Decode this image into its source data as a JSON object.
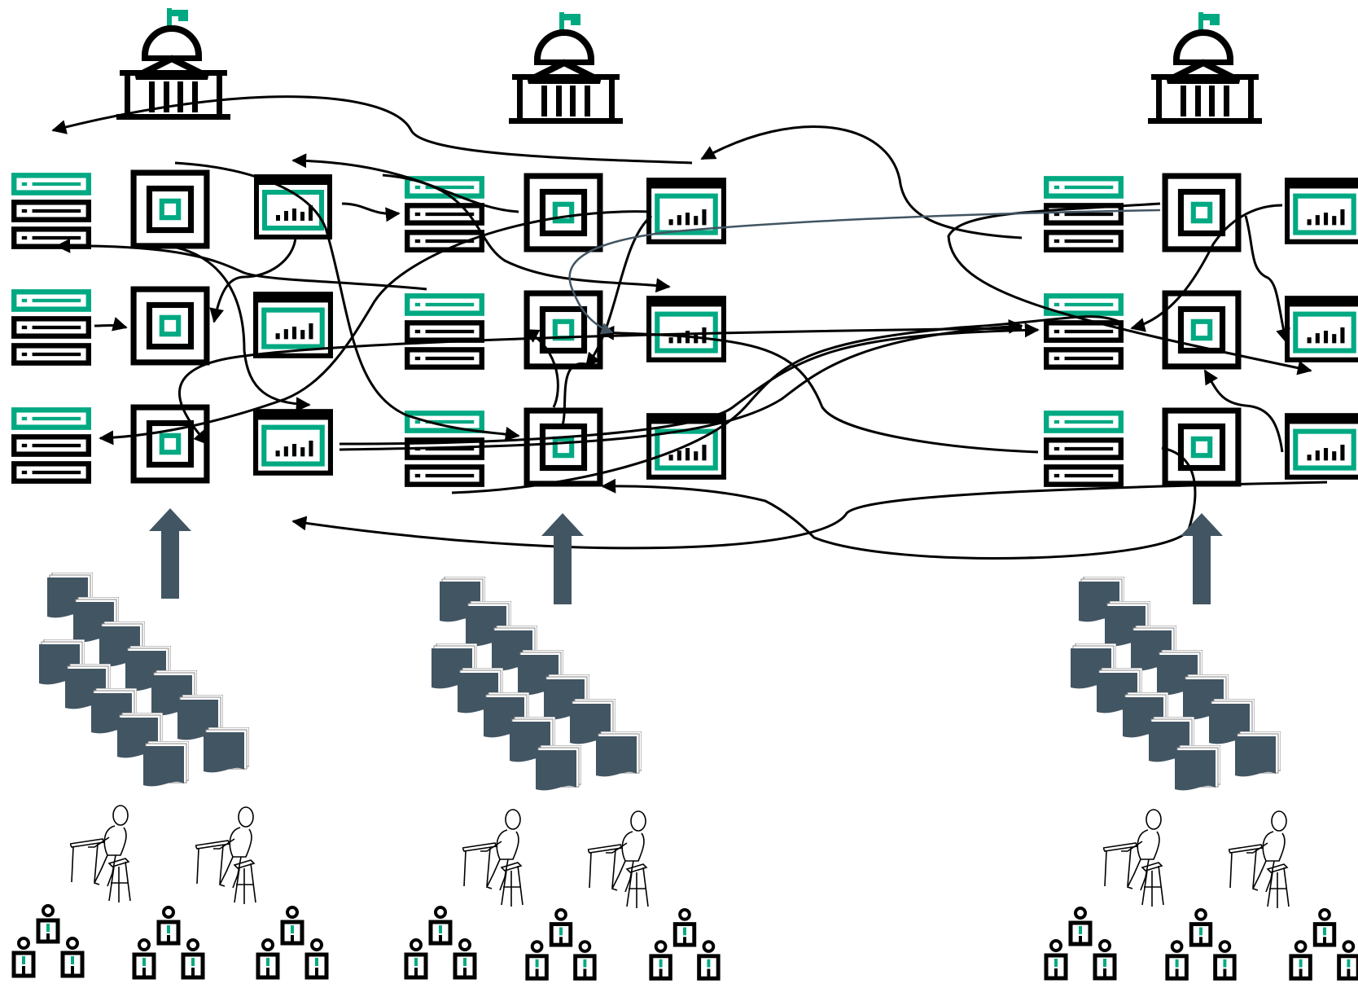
{
  "diagram": {
    "description_free": true,
    "colors": {
      "ink": "#000000",
      "accent": "#01A982",
      "slate": "#425563",
      "background": "#ffffff"
    },
    "groups": [
      {
        "name": "group-1",
        "institution_icon": "government-building-icon",
        "node_types": [
          "storage-server-icon",
          "processor-chip-icon",
          "analytics-dashboard-icon"
        ],
        "upload_icon": "up-arrow-icon",
        "document_stack_icon": "document-stack-icon",
        "worker_icon": "desk-worker-icon",
        "people_icon": "people-group-icon"
      },
      {
        "name": "group-2",
        "institution_icon": "government-building-icon",
        "node_types": [
          "storage-server-icon",
          "processor-chip-icon",
          "analytics-dashboard-icon"
        ],
        "upload_icon": "up-arrow-icon",
        "document_stack_icon": "document-stack-icon",
        "worker_icon": "desk-worker-icon",
        "people_icon": "people-group-icon"
      },
      {
        "name": "group-3",
        "institution_icon": "government-building-icon",
        "node_types": [
          "storage-server-icon",
          "processor-chip-icon",
          "analytics-dashboard-icon"
        ],
        "upload_icon": "up-arrow-icon",
        "document_stack_icon": "document-stack-icon",
        "worker_icon": "desk-worker-icon",
        "people_icon": "people-group-icon"
      }
    ]
  }
}
